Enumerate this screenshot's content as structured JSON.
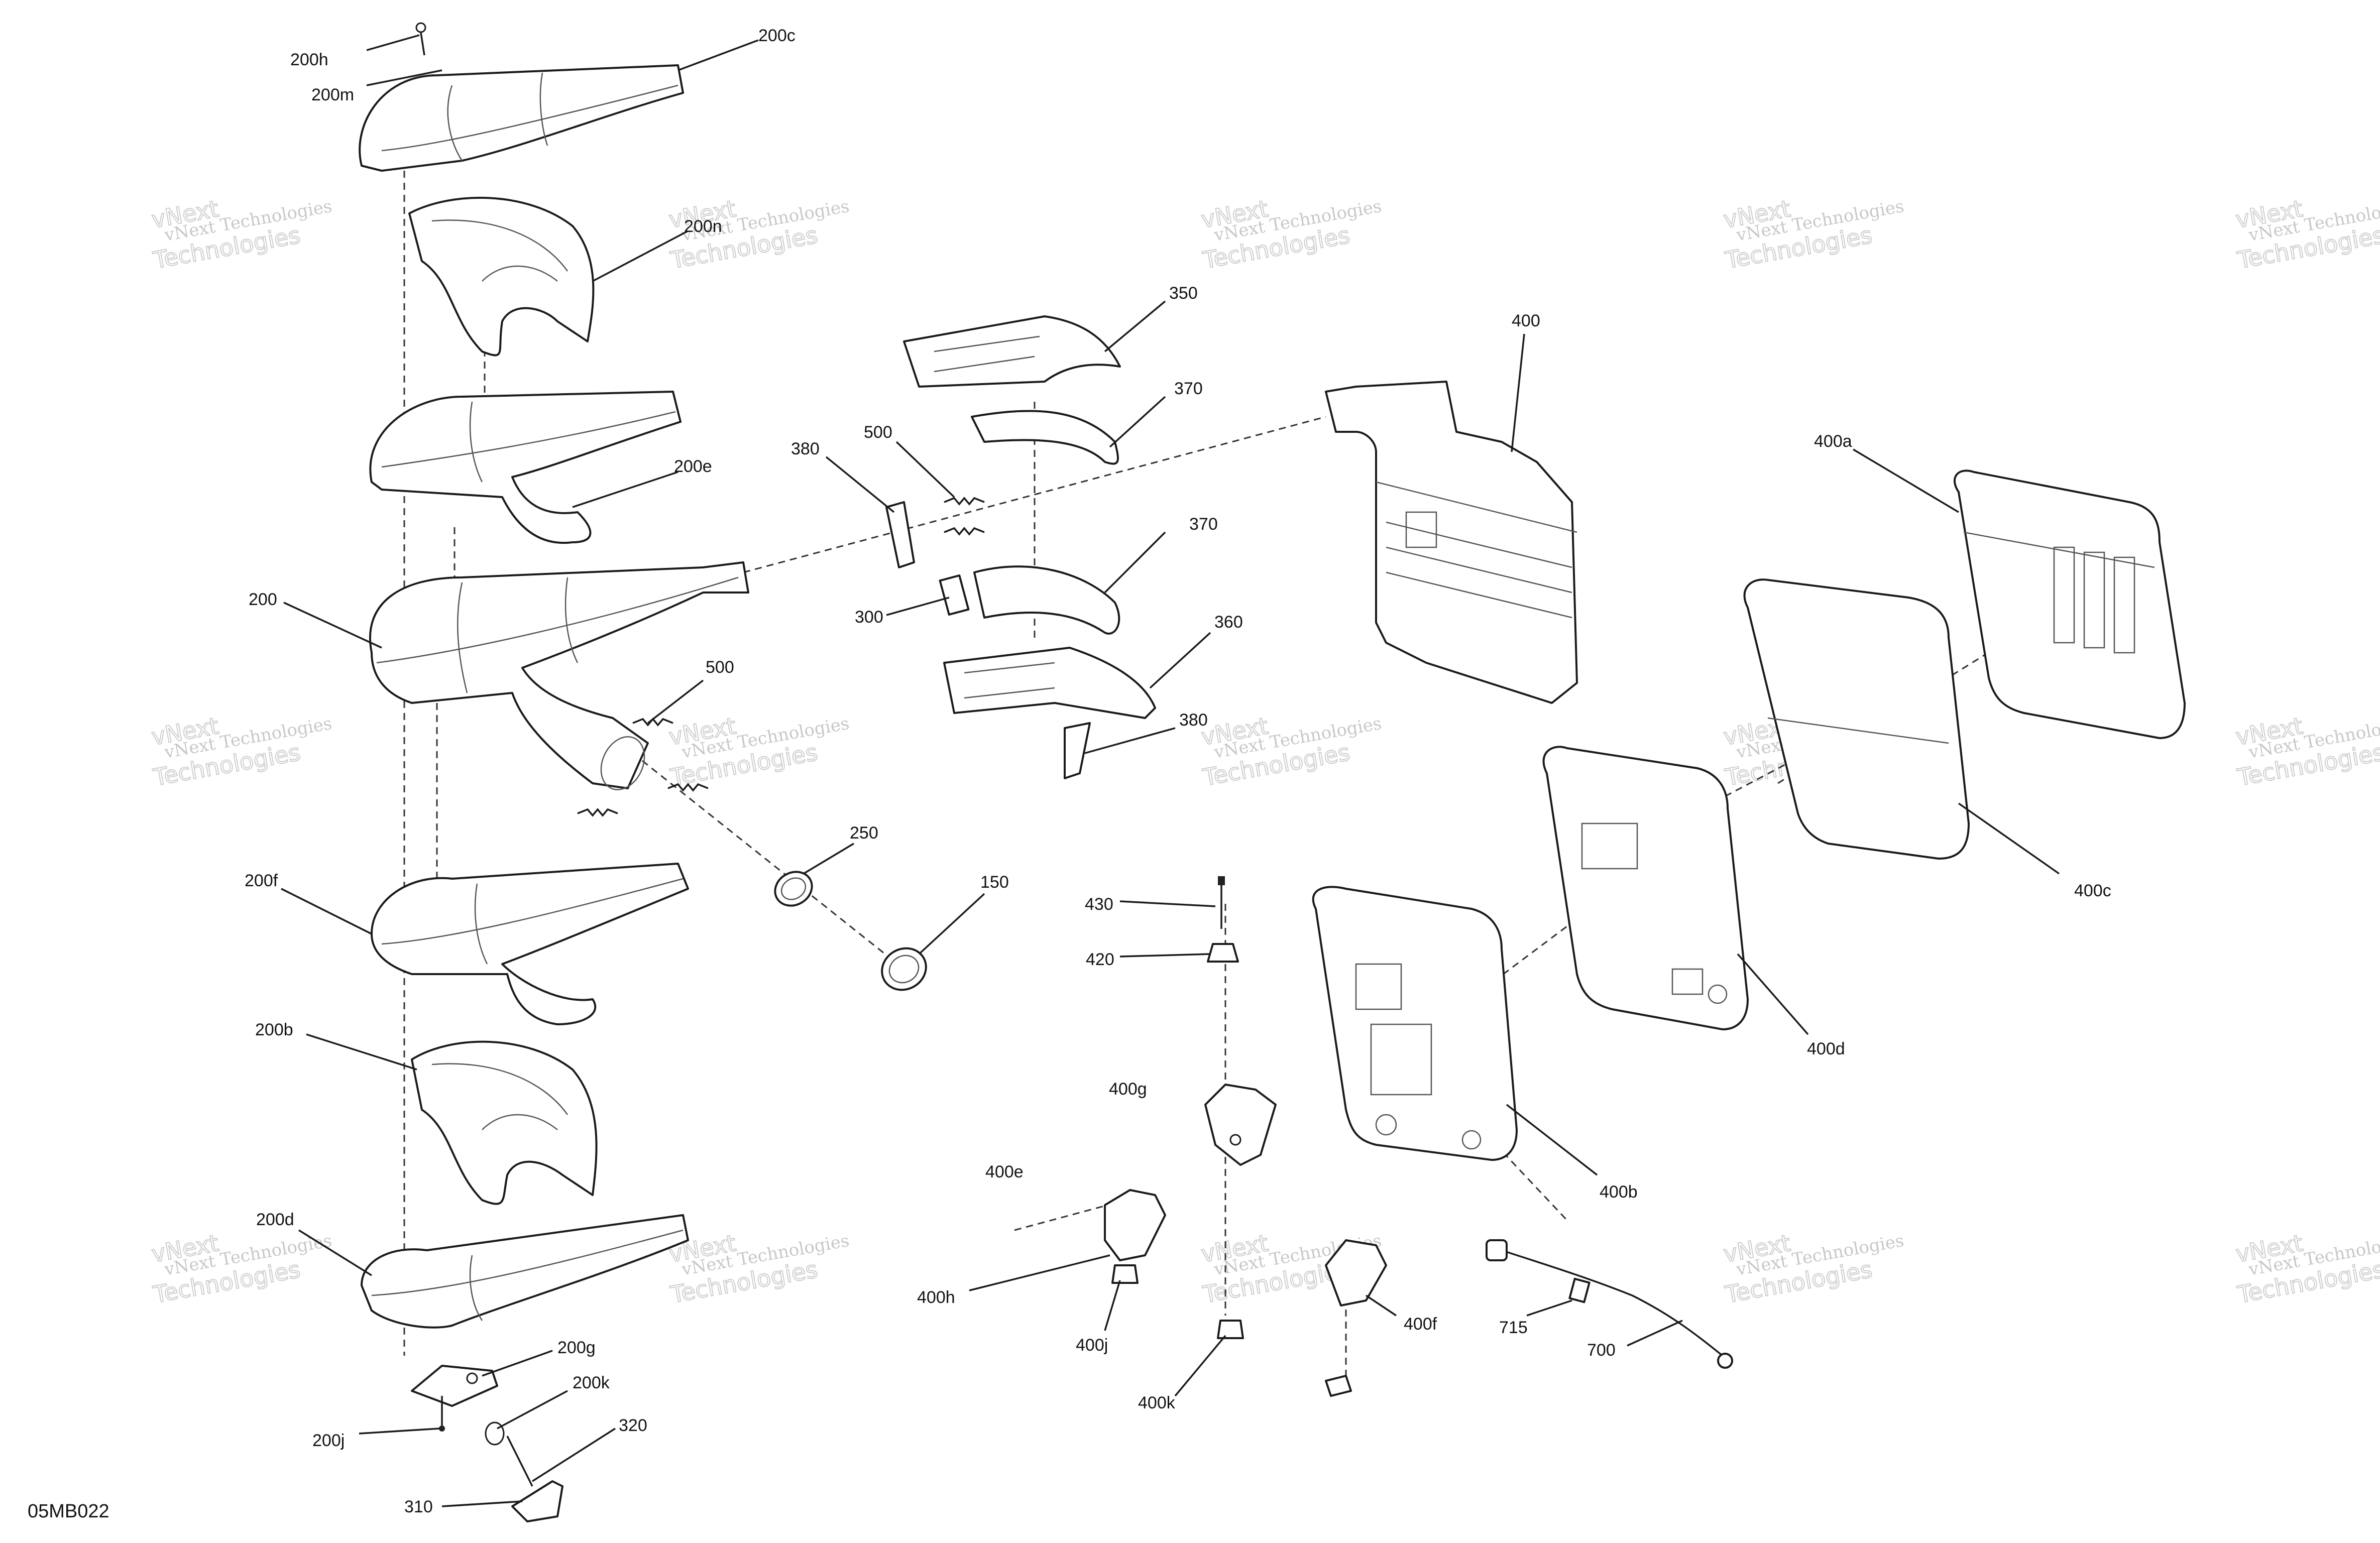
{
  "figure_id": "05MB022",
  "watermark": {
    "line1": "vNext Technologies",
    "line2": "Technologies",
    "line3": "vNext"
  },
  "callouts": {
    "c200h": "200h",
    "c200c": "200c",
    "c200m": "200m",
    "c200n": "200n",
    "c200e": "200e",
    "c200": "200",
    "c200f": "200f",
    "c200b": "200b",
    "c200d": "200d",
    "c200g": "200g",
    "c200k": "200k",
    "c200j": "200j",
    "c310": "310",
    "c320": "320",
    "c350": "350",
    "c370a": "370",
    "c370b": "370",
    "c380a": "380",
    "c380b": "380",
    "c500a": "500",
    "c500b": "500",
    "c300": "300",
    "c360": "360",
    "c250": "250",
    "c150": "150",
    "c400": "400",
    "c400a": "400a",
    "c400c": "400c",
    "c400d": "400d",
    "c400b": "400b",
    "c430": "430",
    "c420": "420",
    "c400g": "400g",
    "c400e": "400e",
    "c400h": "400h",
    "c400j": "400j",
    "c400k": "400k",
    "c400f": "400f",
    "c715": "715",
    "c700": "700"
  }
}
